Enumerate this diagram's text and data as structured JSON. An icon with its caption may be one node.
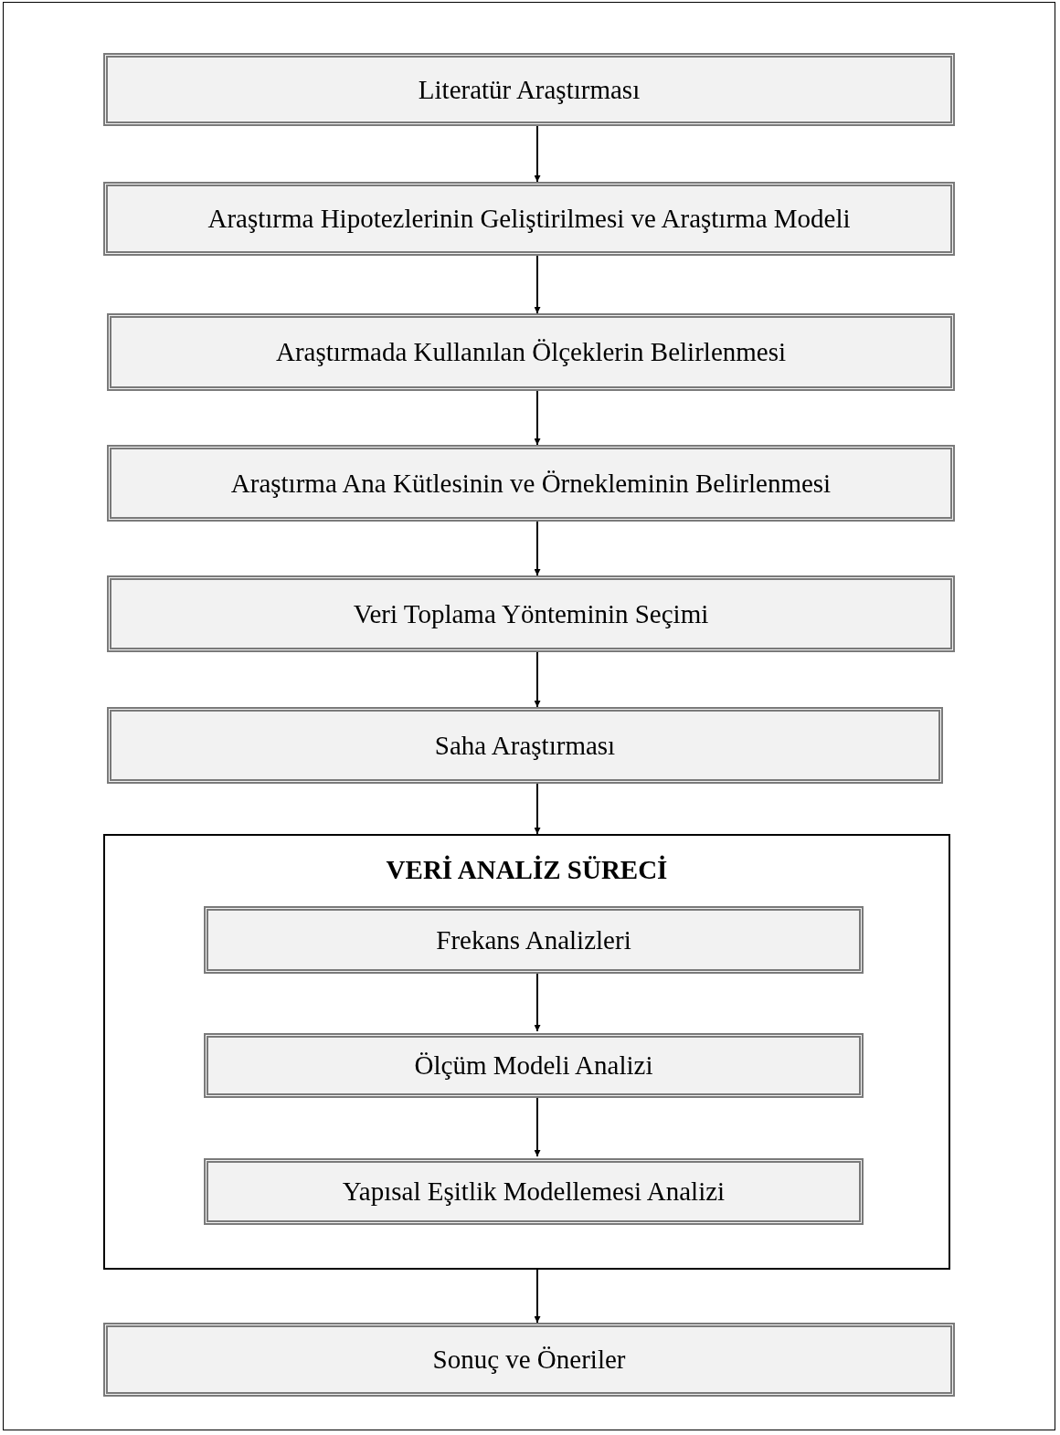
{
  "diagram": {
    "nodes": [
      {
        "text": [
          "Literatür Araştırması"
        ]
      },
      {
        "text": [
          "Araştırma Hipotezlerinin Geliştirilmesi ve Araştırma Modeli"
        ]
      },
      {
        "text": [
          "Araştırmada Kullanılan Ölçeklerin Belirlenmesi"
        ]
      },
      {
        "text": [
          "Araştırma Ana Kütlesinin ve Örnekleminin Belirlenmesi"
        ]
      },
      {
        "text": [
          "Veri Toplama Yönteminin Seçimi"
        ]
      },
      {
        "text": [
          "Saha Araştırması"
        ]
      },
      {
        "text": [
          "VERİ ANALİZ SÜRECİ"
        ]
      },
      {
        "text": [
          "Frekans Analizleri"
        ],
        "in": 6
      },
      {
        "text": [
          "Ölçüm Modeli Analizi"
        ],
        "in": 6
      },
      {
        "text": [
          "Yapısal Eşitlik Modellemesi Analizi"
        ],
        "in": 6
      },
      {
        "text": [
          "Sonuç ve Öneriler"
        ]
      }
    ],
    "edges": [
      {
        "from": 0,
        "to": 1,
        "arrow": "to"
      },
      {
        "from": 1,
        "to": 2,
        "arrow": "to"
      },
      {
        "from": 2,
        "to": 3,
        "arrow": "to"
      },
      {
        "from": 3,
        "to": 4,
        "arrow": "to"
      },
      {
        "from": 4,
        "to": 5,
        "arrow": "to"
      },
      {
        "from": 5,
        "to": 6,
        "arrow": "to"
      },
      {
        "from": 7,
        "to": 8,
        "arrow": "to"
      },
      {
        "from": 8,
        "to": 9,
        "arrow": "to"
      },
      {
        "from": 6,
        "to": 10,
        "arrow": "to"
      }
    ]
  }
}
